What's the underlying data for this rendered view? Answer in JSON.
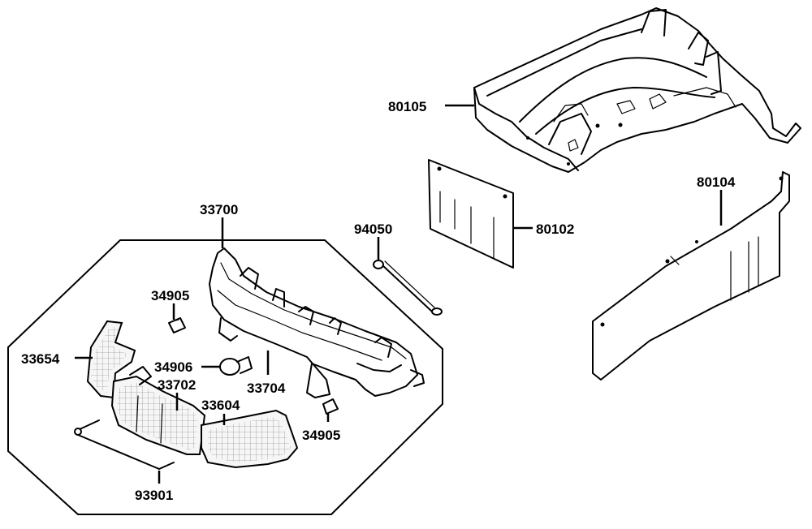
{
  "labels": {
    "p80105": "80105",
    "p80102": "80102",
    "p80104": "80104",
    "p94050": "94050",
    "p33700": "33700",
    "p34905_top": "34905",
    "p34906": "34906",
    "p33654": "33654",
    "p33702": "33702",
    "p33604": "33604",
    "p33704": "33704",
    "p34905_bottom": "34905",
    "p93901": "93901"
  }
}
